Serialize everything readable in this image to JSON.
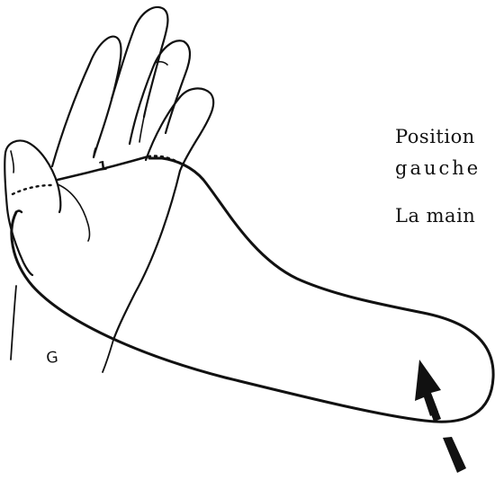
{
  "caption": {
    "line1": "Position",
    "line2": "gauche",
    "line3": "La main"
  },
  "labels": {
    "finger_mark": "1",
    "hand_side": "G"
  },
  "colors": {
    "ink": "#111111",
    "background": "#ffffff"
  }
}
